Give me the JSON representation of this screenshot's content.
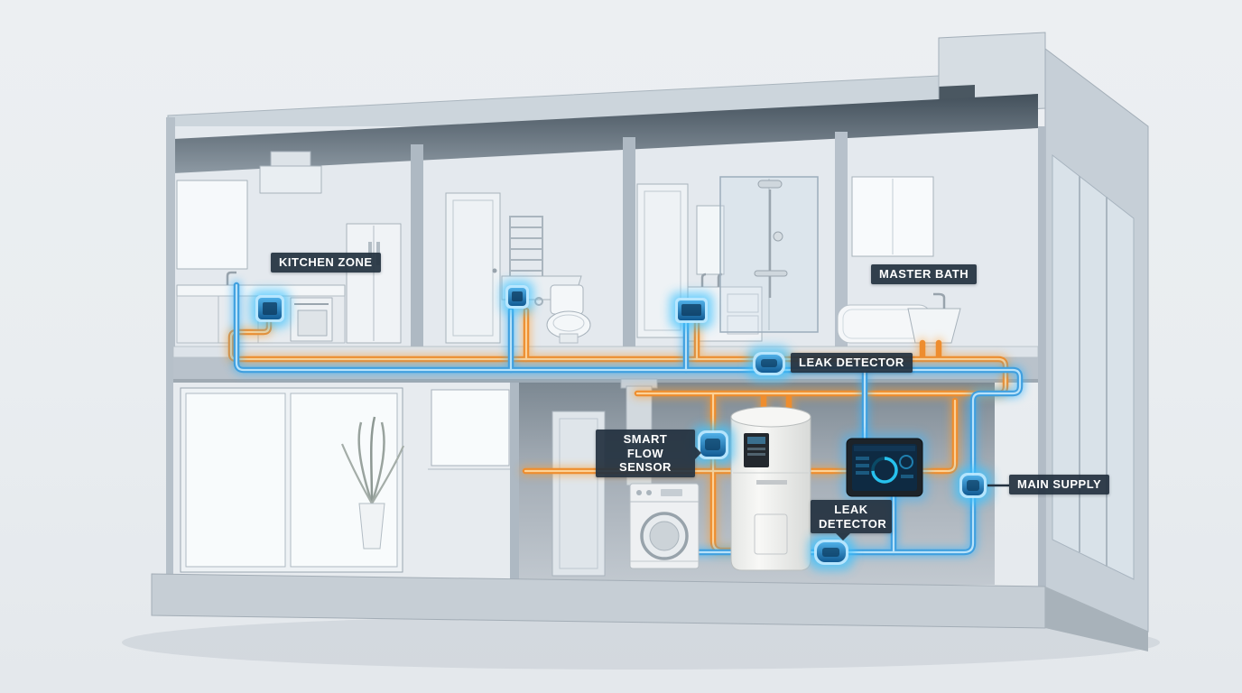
{
  "diagram": {
    "title": "Smart home water monitoring system cutaway",
    "labels": {
      "kitchen_zone": "KITCHEN ZONE",
      "master_bath": "MASTER BATH",
      "leak_detector_upper": "LEAK DETECTOR",
      "smart_flow_sensor": {
        "line1": "SMART FLOW",
        "line2": "SENSOR"
      },
      "leak_detector_lower": {
        "line1": "LEAK",
        "line2": "DETECTOR"
      },
      "main_supply": "MAIN SUPPLY"
    },
    "colors": {
      "hot_pipe": "#ee8d2e",
      "cold_pipe": "#3f9fdf",
      "sensor_glow": "#3cc3ff",
      "label_background": "#243240",
      "label_text": "#ffffff",
      "background": "#eceff2"
    },
    "devices": [
      {
        "name": "kitchen-zone-sensor",
        "kind": "smart water sensor",
        "zone": "kitchen"
      },
      {
        "name": "bathroom-sink-sensor",
        "kind": "smart water sensor",
        "zone": "hall bathroom"
      },
      {
        "name": "vanity-sensor",
        "kind": "smart water sensor",
        "zone": "shower bathroom"
      },
      {
        "name": "ceiling-leak-detector",
        "kind": "leak detector",
        "zone": "between floors"
      },
      {
        "name": "smart-flow-sensor",
        "kind": "flow sensor",
        "zone": "utility room"
      },
      {
        "name": "floor-leak-detector",
        "kind": "leak detector",
        "zone": "utility room"
      },
      {
        "name": "main-supply-valve",
        "kind": "shut-off valve",
        "zone": "main supply line"
      },
      {
        "name": "control-tablet",
        "kind": "wall control panel",
        "zone": "utility room"
      },
      {
        "name": "water-heater",
        "kind": "heat-pump water heater",
        "zone": "utility room"
      },
      {
        "name": "washing-machine",
        "kind": "appliance",
        "zone": "utility room"
      }
    ]
  }
}
